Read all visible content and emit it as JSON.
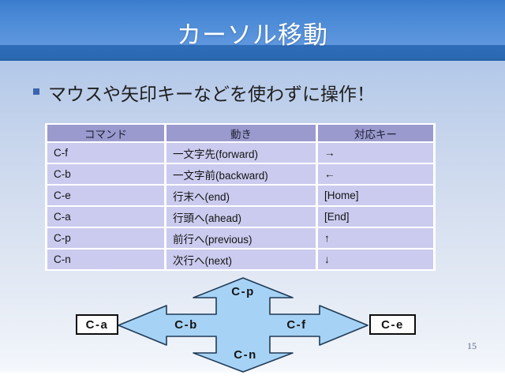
{
  "slide": {
    "title": "カーソル移動",
    "bullet": {
      "text": "マウスや矢印キーなどを使わずに操作！"
    },
    "table": {
      "headers": [
        "コマンド",
        "動き",
        "対応キー"
      ],
      "rows": [
        [
          "C-f",
          "一文字先(forward)",
          "→"
        ],
        [
          "C-b",
          "一文字前(backward)",
          "←"
        ],
        [
          "C-e",
          "行末へ(end)",
          "[Home]"
        ],
        [
          "C-a",
          "行頭へ(ahead)",
          "[End]"
        ],
        [
          "C-p",
          "前行へ(previous)",
          "↑"
        ],
        [
          "C-n",
          "次行へ(next)",
          "↓"
        ]
      ]
    },
    "diagram": {
      "arrow_labels": {
        "up": "C-p",
        "down": "C-n",
        "left": "C-b",
        "right": "C-f"
      },
      "left_box": "C-a",
      "right_box": "C-e"
    },
    "page_number": "15",
    "colors": {
      "banner_blue": "#4c8bd7",
      "banner_dark_band": "#2b68b2",
      "table_header_bg": "#9a9ace",
      "table_row_bg": "#cbcbef",
      "arrow_fill": "#a6d2f5",
      "arrow_stroke": "#1f3b57",
      "bullet_square": "#3a65ae"
    }
  }
}
